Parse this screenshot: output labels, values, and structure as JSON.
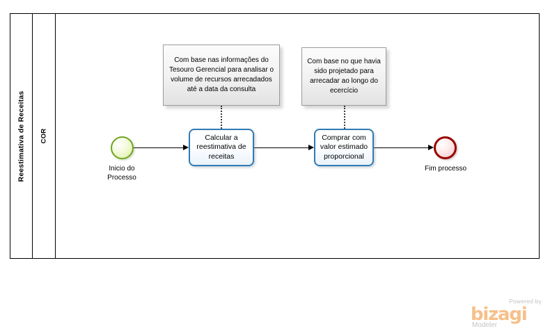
{
  "diagram": {
    "type": "bpmn-process",
    "pool": {
      "name": "Reestimativa de Receitas",
      "lanes": [
        {
          "name": "COR"
        }
      ]
    },
    "events": [
      {
        "id": "start",
        "kind": "start-event",
        "label": "Inicio do\nProcesso",
        "label_line1": "Inicio do",
        "label_line2": "Processo",
        "color_border": "#6fa521",
        "color_fill": "#dcee9d"
      },
      {
        "id": "end",
        "kind": "end-event",
        "label": "Fim processo",
        "color_border": "#990000",
        "color_fill": "#f4c6c6"
      }
    ],
    "tasks": [
      {
        "id": "task-calcular",
        "label": "Calcular a reestimativa de receitas",
        "color_border": "#2e7bb5"
      },
      {
        "id": "task-comprar",
        "label": "Comprar com valor estimado proporcional",
        "color_border": "#2e7bb5"
      }
    ],
    "annotations": [
      {
        "id": "annotation-1",
        "text": "Com base nas informações do Tesouro Gerencial para analisar o volume de recursos arrecadados até a data da consulta",
        "attached_to": "task-calcular"
      },
      {
        "id": "annotation-2",
        "text": "Com base no que havia sido projetado para arrecadar ao longo do ecercício",
        "attached_to": "task-comprar"
      }
    ],
    "sequence_flows": [
      {
        "id": "flow-1",
        "from": "start",
        "to": "task-calcular"
      },
      {
        "id": "flow-2",
        "from": "task-calcular",
        "to": "task-comprar"
      },
      {
        "id": "flow-3",
        "from": "task-comprar",
        "to": "end"
      }
    ],
    "associations": [
      {
        "id": "assoc-1",
        "from": "annotation-1",
        "to": "task-calcular",
        "style": "dotted"
      },
      {
        "id": "assoc-2",
        "from": "annotation-2",
        "to": "task-comprar",
        "style": "dotted"
      }
    ]
  },
  "watermark": {
    "powered_by": "Powered by",
    "brand": "bizagi",
    "product": "Modeler",
    "brand_color": "#f6c08a"
  }
}
